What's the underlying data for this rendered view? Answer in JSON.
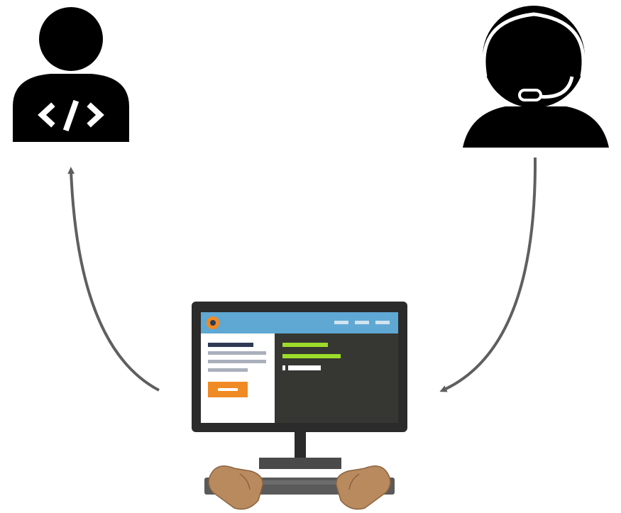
{
  "diagram": {
    "nodes": [
      {
        "id": "developer",
        "icon": "developer-person-code-icon"
      },
      {
        "id": "support-agent",
        "icon": "support-agent-headset-icon"
      },
      {
        "id": "user-workstation",
        "icon": "computer-user-typing-icon"
      }
    ],
    "edges": [
      {
        "from": "support-agent",
        "to": "user-workstation",
        "style": "curved-arrow"
      },
      {
        "from": "user-workstation",
        "to": "developer",
        "style": "curved-arrow"
      }
    ]
  },
  "colors": {
    "icon_fill": "#000000",
    "arrow": "#5f5f5f",
    "monitor_bezel": "#2b2b2b",
    "screen_header": "#5fa8d3",
    "screen_left_panel": "#ffffff",
    "screen_right_panel": "#363632",
    "text_lines_dark": "#2e3a55",
    "text_lines_gray": "#aab0bb",
    "button_orange": "#f08a24",
    "code_green": "#9cdc2a",
    "skin": "#b88a5e",
    "keyboard": "#5a5a5a"
  }
}
